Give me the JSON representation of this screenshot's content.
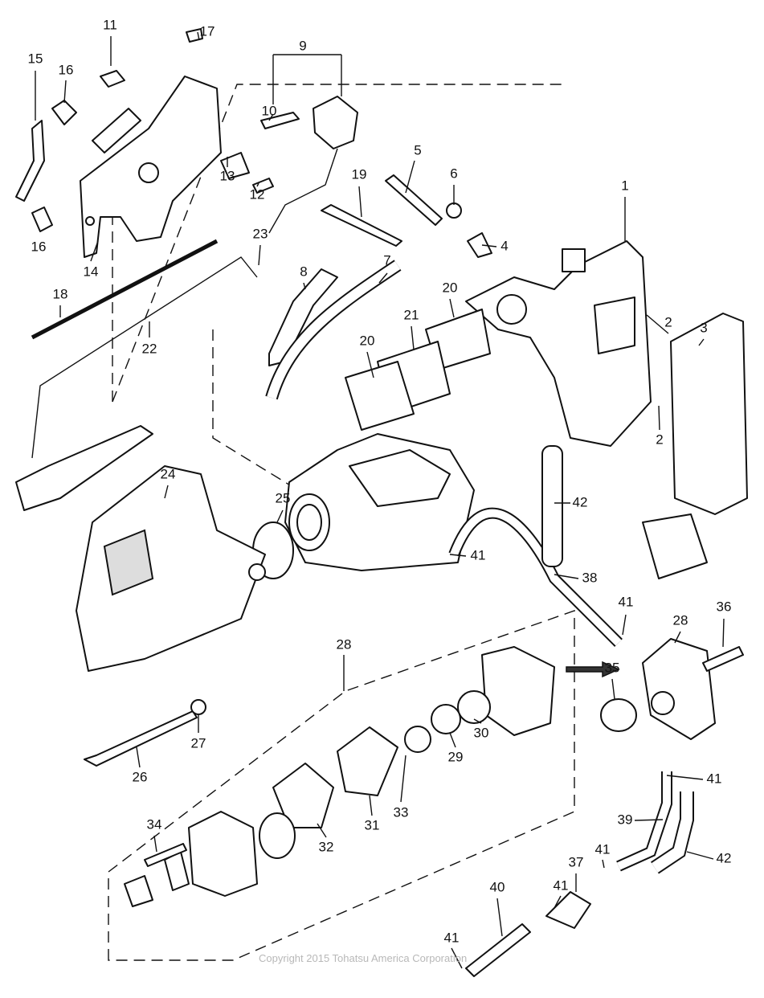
{
  "diagram": {
    "callouts": [
      "11",
      "17",
      "9",
      "15",
      "16",
      "10",
      "13",
      "12",
      "14",
      "16",
      "5",
      "6",
      "19",
      "1",
      "23",
      "4",
      "8",
      "7",
      "20",
      "21",
      "18",
      "22",
      "2",
      "3",
      "20",
      "2",
      "24",
      "25",
      "42",
      "41",
      "38",
      "41",
      "36",
      "28",
      "28",
      "35",
      "27",
      "30",
      "29",
      "26",
      "41",
      "33",
      "31",
      "34",
      "32",
      "39",
      "42",
      "41",
      "37",
      "41",
      "40",
      "41"
    ],
    "copyright": "Copyright 2015 Tohatsu America Corporation"
  }
}
